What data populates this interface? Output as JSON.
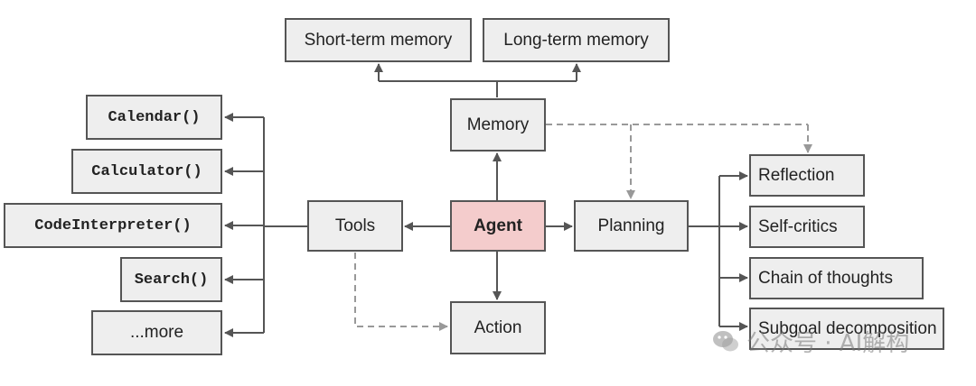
{
  "colors": {
    "node_fill": "#eeeeee",
    "node_border": "#555555",
    "agent_fill": "#f4cccc",
    "solid_line": "#555555",
    "dashed_line": "#999999"
  },
  "nodes": {
    "short_term_memory": "Short-term memory",
    "long_term_memory": "Long-term memory",
    "memory": "Memory",
    "agent": "Agent",
    "tools": "Tools",
    "planning": "Planning",
    "action": "Action",
    "calendar": "Calendar()",
    "calculator": "Calculator()",
    "code_interpreter": "CodeInterpreter()",
    "search": "Search()",
    "more": "...more",
    "reflection": "Reflection",
    "self_critics": "Self-critics",
    "chain_of_thoughts": "Chain of thoughts",
    "subgoal_decomposition": "Subgoal decomposition"
  },
  "watermark": {
    "icon": "wechat-icon",
    "text": "公众号 · AI解构"
  }
}
